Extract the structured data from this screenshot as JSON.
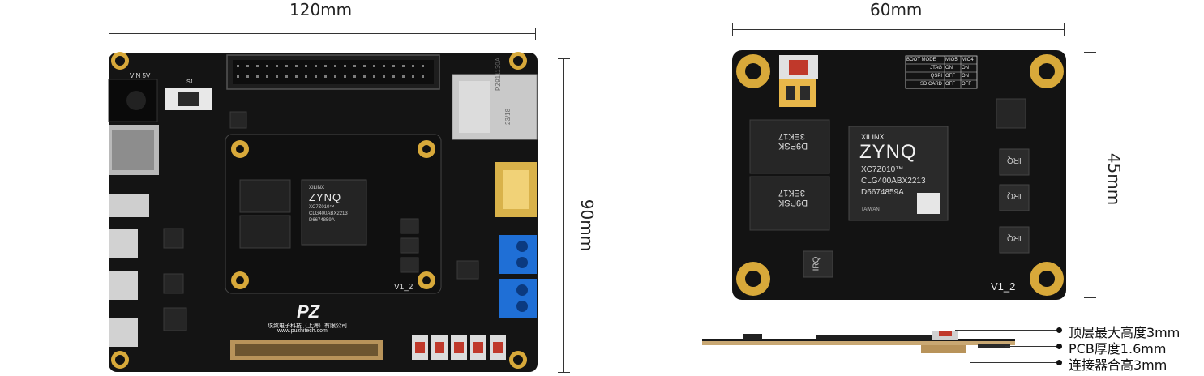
{
  "dimensions": {
    "main_width": "120mm",
    "main_height": "90mm",
    "core_width": "60mm",
    "core_height": "45mm"
  },
  "side_view_labels": [
    "顶层最大高度3mm",
    "PCB厚度1.6mm",
    "连接器合高3mm"
  ],
  "board_text": {
    "brand": "PZ",
    "company": "璞致电子科技（上海）有限公司",
    "url": "www.puzhitech.com",
    "chip_brand": "XILINX",
    "chip_name": "ZYNQ",
    "chip_part": "XC7Z010™",
    "chip_code": "CLG400ABX2213",
    "chip_lot": "D6674859A",
    "chip_origin": "TAIWAN",
    "ram_line1": "D9PSK",
    "ram_line2": "3EK17",
    "version": "V1_2",
    "vin": "VIN 5V",
    "switch_label": "S1",
    "pmic_label": "IRQ",
    "eth_label": "PZ911130A",
    "eth_label2": "23/18",
    "boot_table": [
      [
        "BOOT MODE",
        "MIO5",
        "MIO4"
      ],
      [
        "JTAG",
        "ON",
        "ON"
      ],
      [
        "QSPI",
        "OFF",
        "ON"
      ],
      [
        "SD CARD",
        "OFF",
        "OFF"
      ]
    ]
  },
  "colors": {
    "pcb": "#151515",
    "gold": "#d8a93a",
    "blue_terminal": "#1f6fd6",
    "connector_tan": "#c9a873"
  }
}
